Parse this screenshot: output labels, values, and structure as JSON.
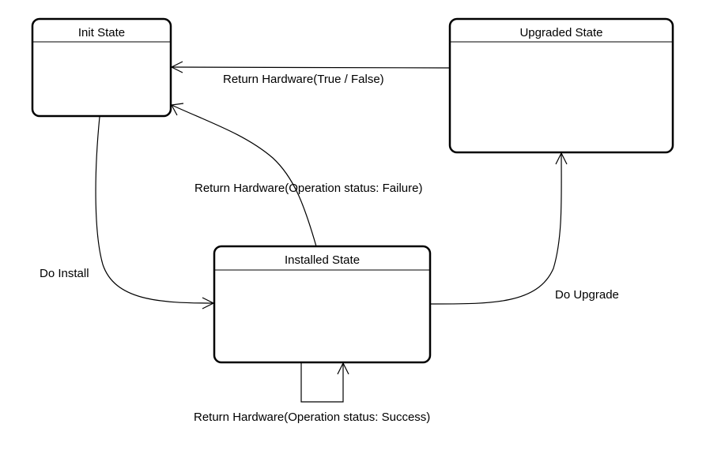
{
  "states": {
    "init": {
      "title": "Init State"
    },
    "upgraded": {
      "title": "Upgraded State"
    },
    "installed": {
      "title": "Installed State"
    }
  },
  "transitions": {
    "upgraded_to_init": {
      "label": "Return Hardware(True / False)"
    },
    "installed_to_init": {
      "label": "Return Hardware(Operation status: Failure)"
    },
    "init_to_installed": {
      "label": "Do Install"
    },
    "installed_to_upgraded": {
      "label": "Do Upgrade"
    },
    "installed_self": {
      "label": "Return Hardware(Operation status: Success)"
    }
  }
}
